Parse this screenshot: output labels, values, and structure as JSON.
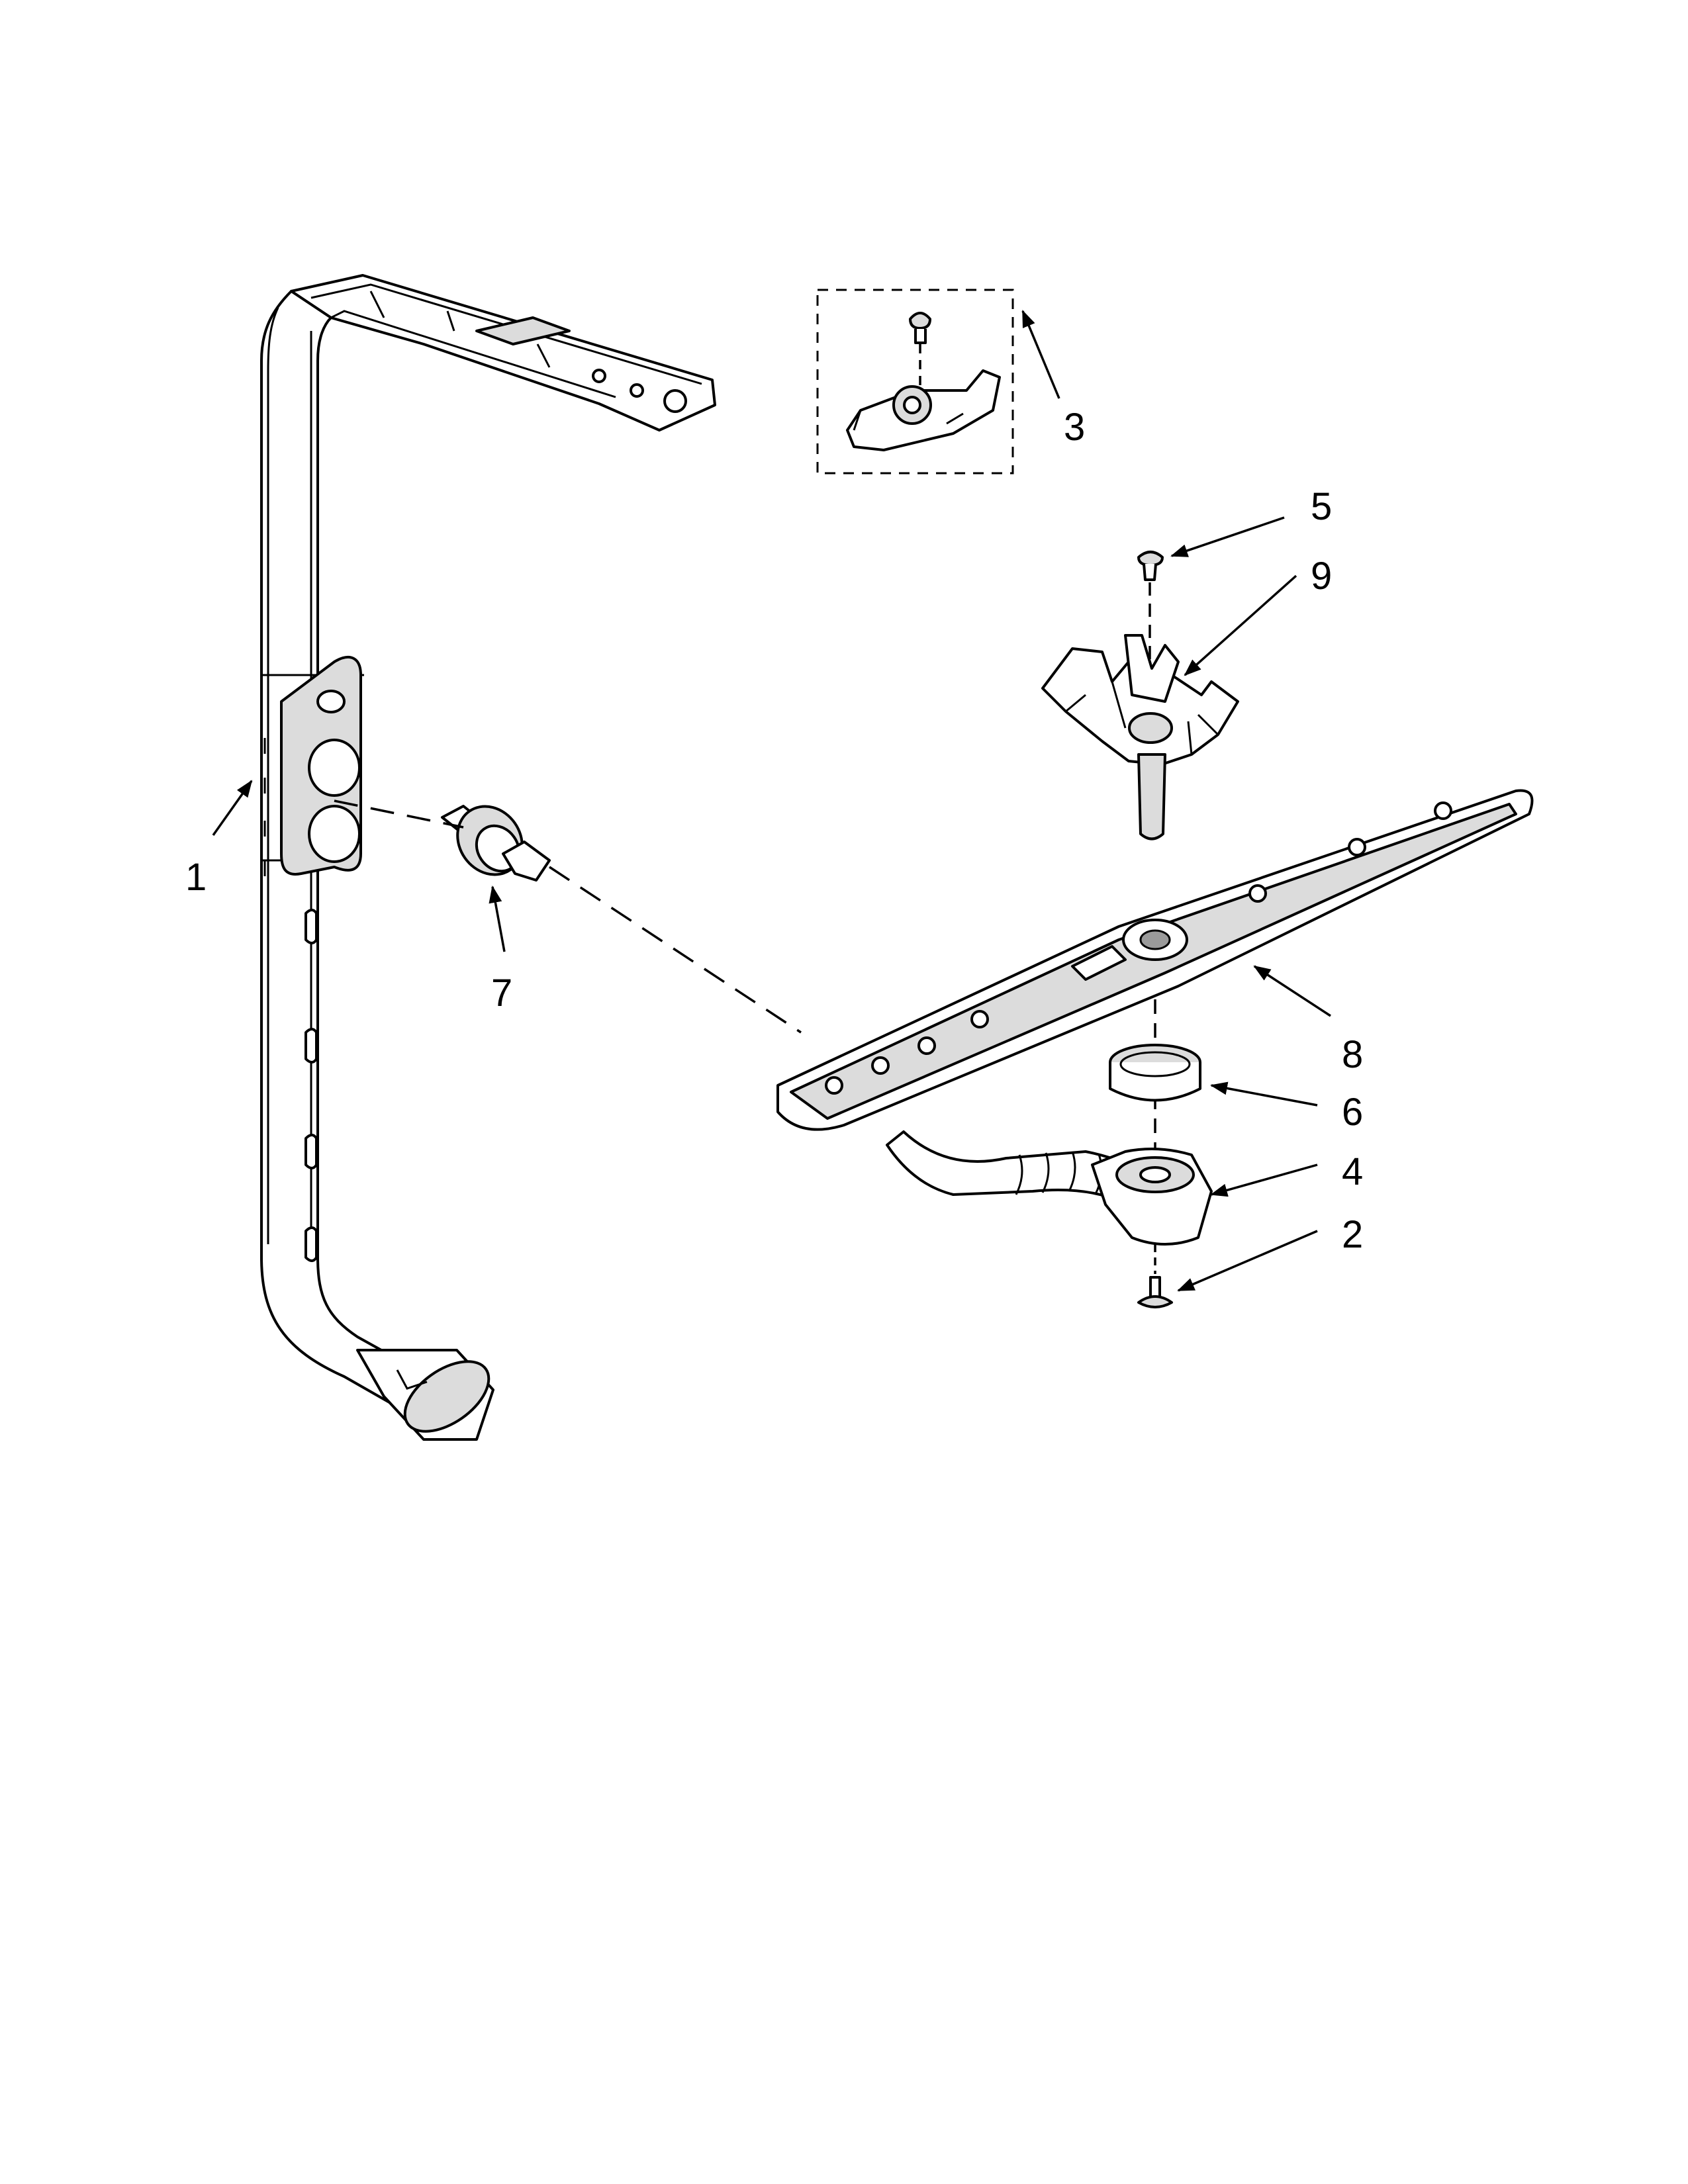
{
  "callouts": [
    {
      "id": "1",
      "label": "1"
    },
    {
      "id": "2",
      "label": "2"
    },
    {
      "id": "3",
      "label": "3"
    },
    {
      "id": "4",
      "label": "4"
    },
    {
      "id": "5",
      "label": "5"
    },
    {
      "id": "6",
      "label": "6"
    },
    {
      "id": "7",
      "label": "7"
    },
    {
      "id": "8",
      "label": "8"
    },
    {
      "id": "9",
      "label": "9"
    }
  ],
  "colors": {
    "line": "#000000",
    "part_fill": "#ffffff",
    "part_shade": "#dcdcdc"
  }
}
